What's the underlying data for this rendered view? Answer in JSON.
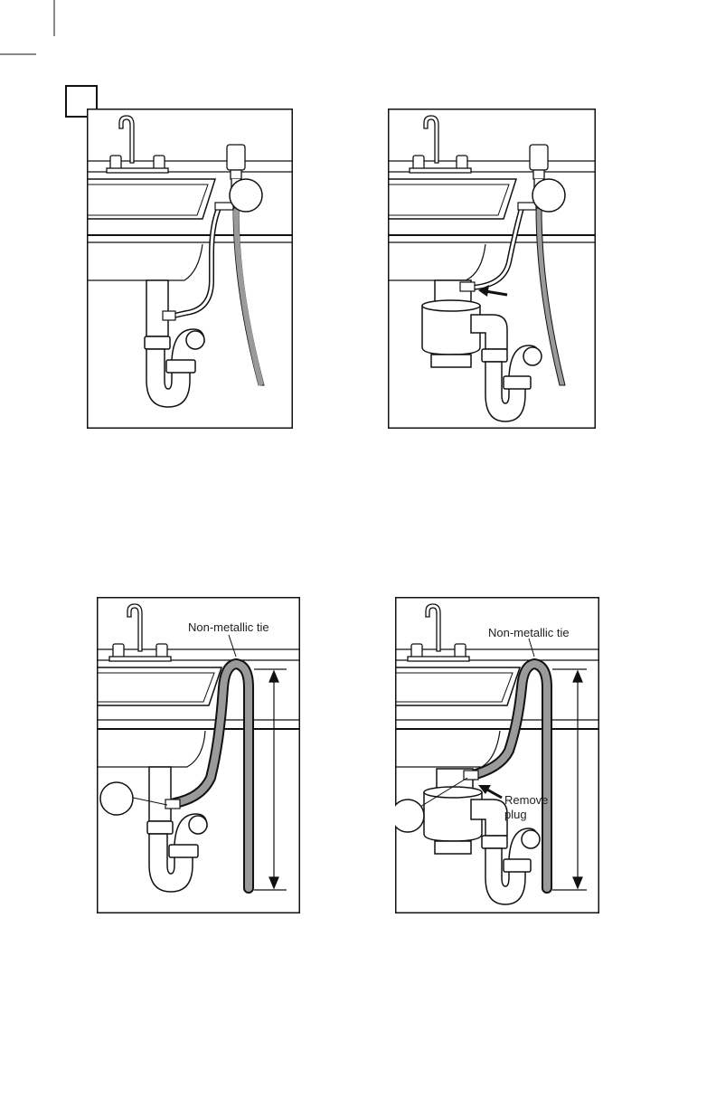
{
  "figure": {
    "step_number": "",
    "panels": [
      {
        "id": "air-gap-to-drain",
        "callout": ""
      },
      {
        "id": "air-gap-to-disposer",
        "callout": ""
      },
      {
        "id": "high-loop-to-drain",
        "callout": "",
        "tie_label": "Non-metallic tie"
      },
      {
        "id": "high-loop-to-disposer",
        "callout": "",
        "tie_label": "Non-metallic tie",
        "plug_label_line1": "Remove",
        "plug_label_line2": "plug"
      }
    ]
  },
  "colors": {
    "line": "#111111",
    "hose_fill": "#9a9a9a",
    "background": "#ffffff"
  },
  "icons": {
    "corner": "crop-mark-icon",
    "arrow": "arrow-left-icon"
  }
}
